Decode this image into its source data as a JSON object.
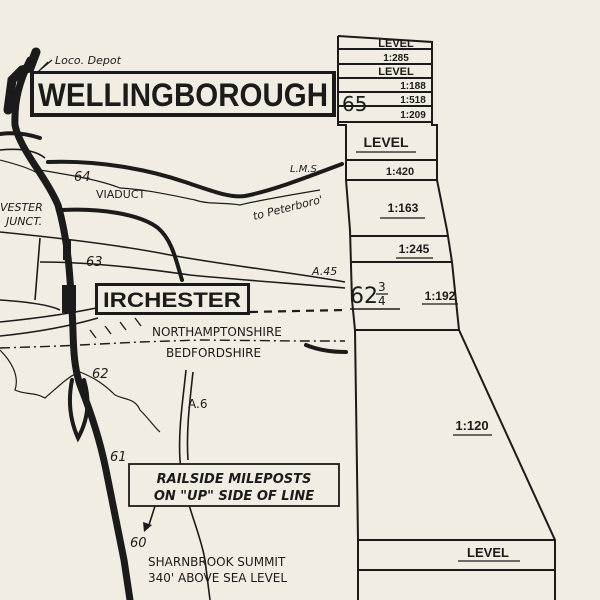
{
  "stations": {
    "wellingborough": "WELLINGBOROUGH",
    "irchester": "IRCHESTER"
  },
  "labels": {
    "loco_depot": "Loco. Depot",
    "viaduct": "VIADUCT",
    "junction_top": "VESTER",
    "junction_bottom": "JUNCT.",
    "lms": "L.M.S.",
    "to_peterboro": "to Peterboro'",
    "road_a45": "A.45",
    "road_a6": "A.6",
    "county_north": "NORTHAMPTONSHIRE",
    "county_south": "BEDFORDSHIRE",
    "summit_line1": "SHARNBROOK SUMMIT",
    "summit_line2": "340' ABOVE SEA LEVEL",
    "note_line1": "RAILSIDE MILEPOSTS",
    "note_line2": "ON \"UP\" SIDE OF LINE"
  },
  "mileposts": {
    "m65": "65",
    "m64": "64",
    "m63": "63",
    "m62_whole": "62",
    "m62_frac_num": "3",
    "m62_frac_den": "4",
    "m62": "62",
    "m61": "61",
    "m60": "60"
  },
  "gradients": {
    "g1": "LEVEL",
    "g2": "1:285",
    "g3": "LEVEL",
    "g4": "1:188",
    "g5": "1:518",
    "g6": "1:209",
    "g7": "LEVEL",
    "g8": "1:420",
    "g9": "1:163",
    "g10": "1:245",
    "g11": "1:192",
    "g12": "1:120",
    "g13": "LEVEL"
  },
  "colors": {
    "paper": "#f1ede2",
    "ink": "#1b1b1b"
  }
}
